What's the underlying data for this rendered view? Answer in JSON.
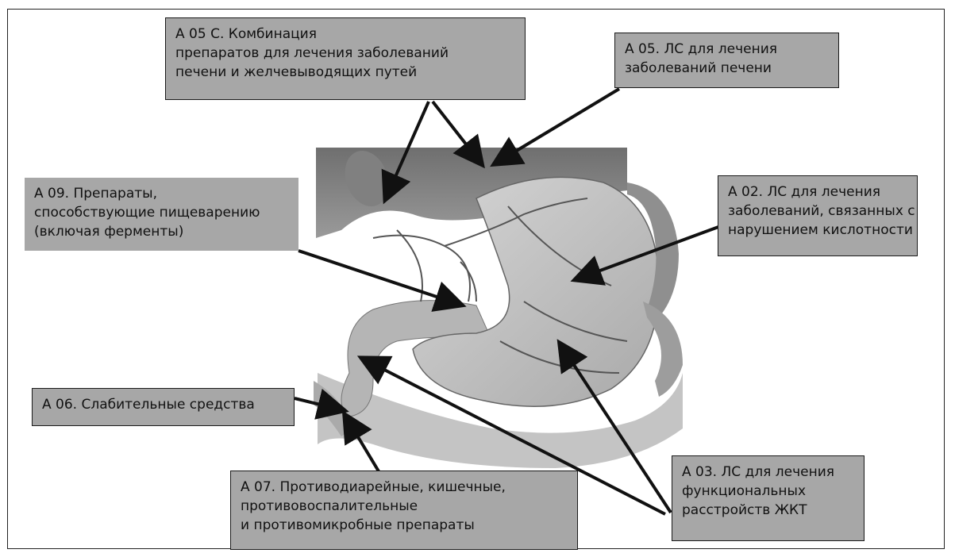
{
  "labels": {
    "a05c": {
      "lines": [
        "А 05 С. Комбинация",
        "препаратов для лечения заболеваний",
        "печени и желчевыводящих путей"
      ]
    },
    "a05": {
      "lines": [
        "А 05. ЛС для лечения",
        "заболеваний печени"
      ]
    },
    "a09": {
      "lines": [
        "А 09. Препараты,",
        "способствующие пищеварению",
        "(включая ферменты)"
      ]
    },
    "a02": {
      "lines": [
        "А 02. ЛС для лечения",
        "заболеваний, связанных с",
        "нарушением кислотности"
      ]
    },
    "a06": {
      "lines": [
        "А 06. Слабительные средства"
      ]
    },
    "a07": {
      "lines": [
        "А 07. Противодиарейные, кишечные,",
        "противовоспалительные",
        "и противомикробные препараты"
      ]
    },
    "a03": {
      "lines": [
        "А 03. ЛС для лечения",
        "функциональных",
        "расстройств ЖКТ"
      ]
    }
  },
  "colors": {
    "box_fill": "#a7a7a7",
    "arrow": "#111111",
    "organ": "#bdbdbd"
  }
}
